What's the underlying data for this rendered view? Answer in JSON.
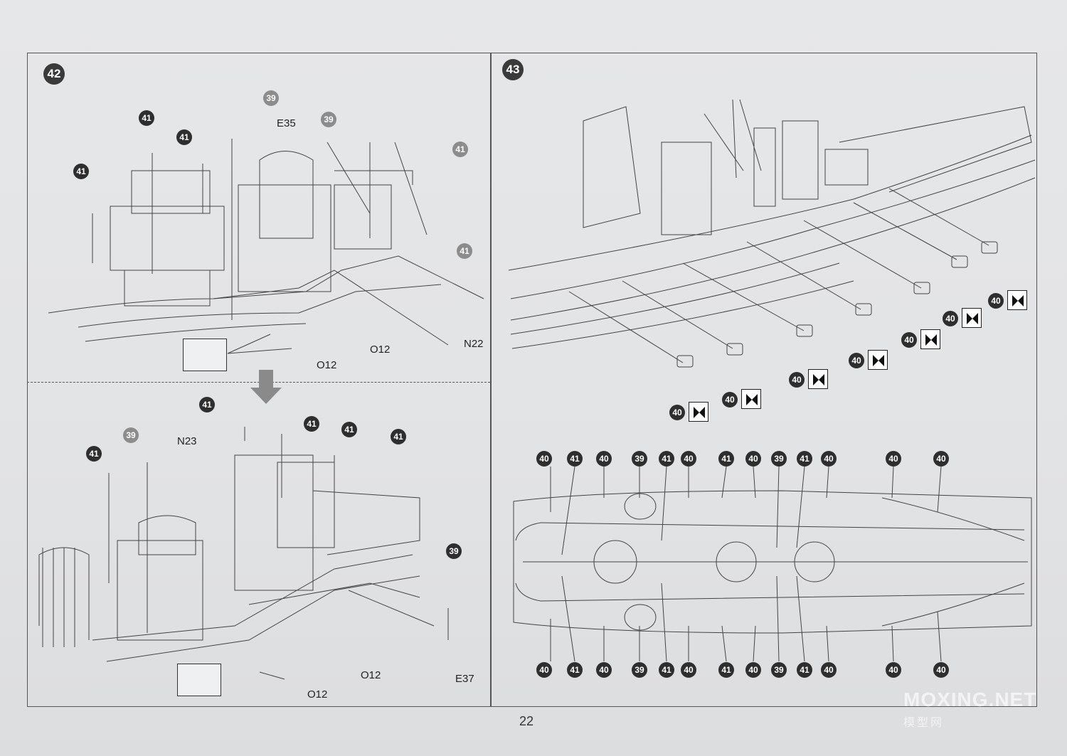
{
  "page": {
    "number": "22",
    "watermark": "MOXING.NET",
    "watermark_sub": "模型网"
  },
  "step42": {
    "number": "42",
    "parts": {
      "e35": "E35",
      "n22": "N22",
      "o12a": "O12",
      "o12b": "O12",
      "n23": "N23",
      "o12c": "O12",
      "o12d": "O12",
      "e37": "E37"
    },
    "paints": {
      "p39": "39",
      "p41": "41"
    }
  },
  "step43": {
    "number": "43",
    "paints": {
      "p39": "39",
      "p40": "40",
      "p41": "41"
    },
    "plan_top_badges": [
      "40",
      "41",
      "40",
      "39",
      "41",
      "40",
      "41",
      "40",
      "39",
      "41",
      "40",
      "40",
      "40"
    ],
    "plan_bottom_badges": [
      "40",
      "41",
      "40",
      "39",
      "41",
      "40",
      "41",
      "40",
      "39",
      "41",
      "40",
      "40",
      "40"
    ]
  }
}
